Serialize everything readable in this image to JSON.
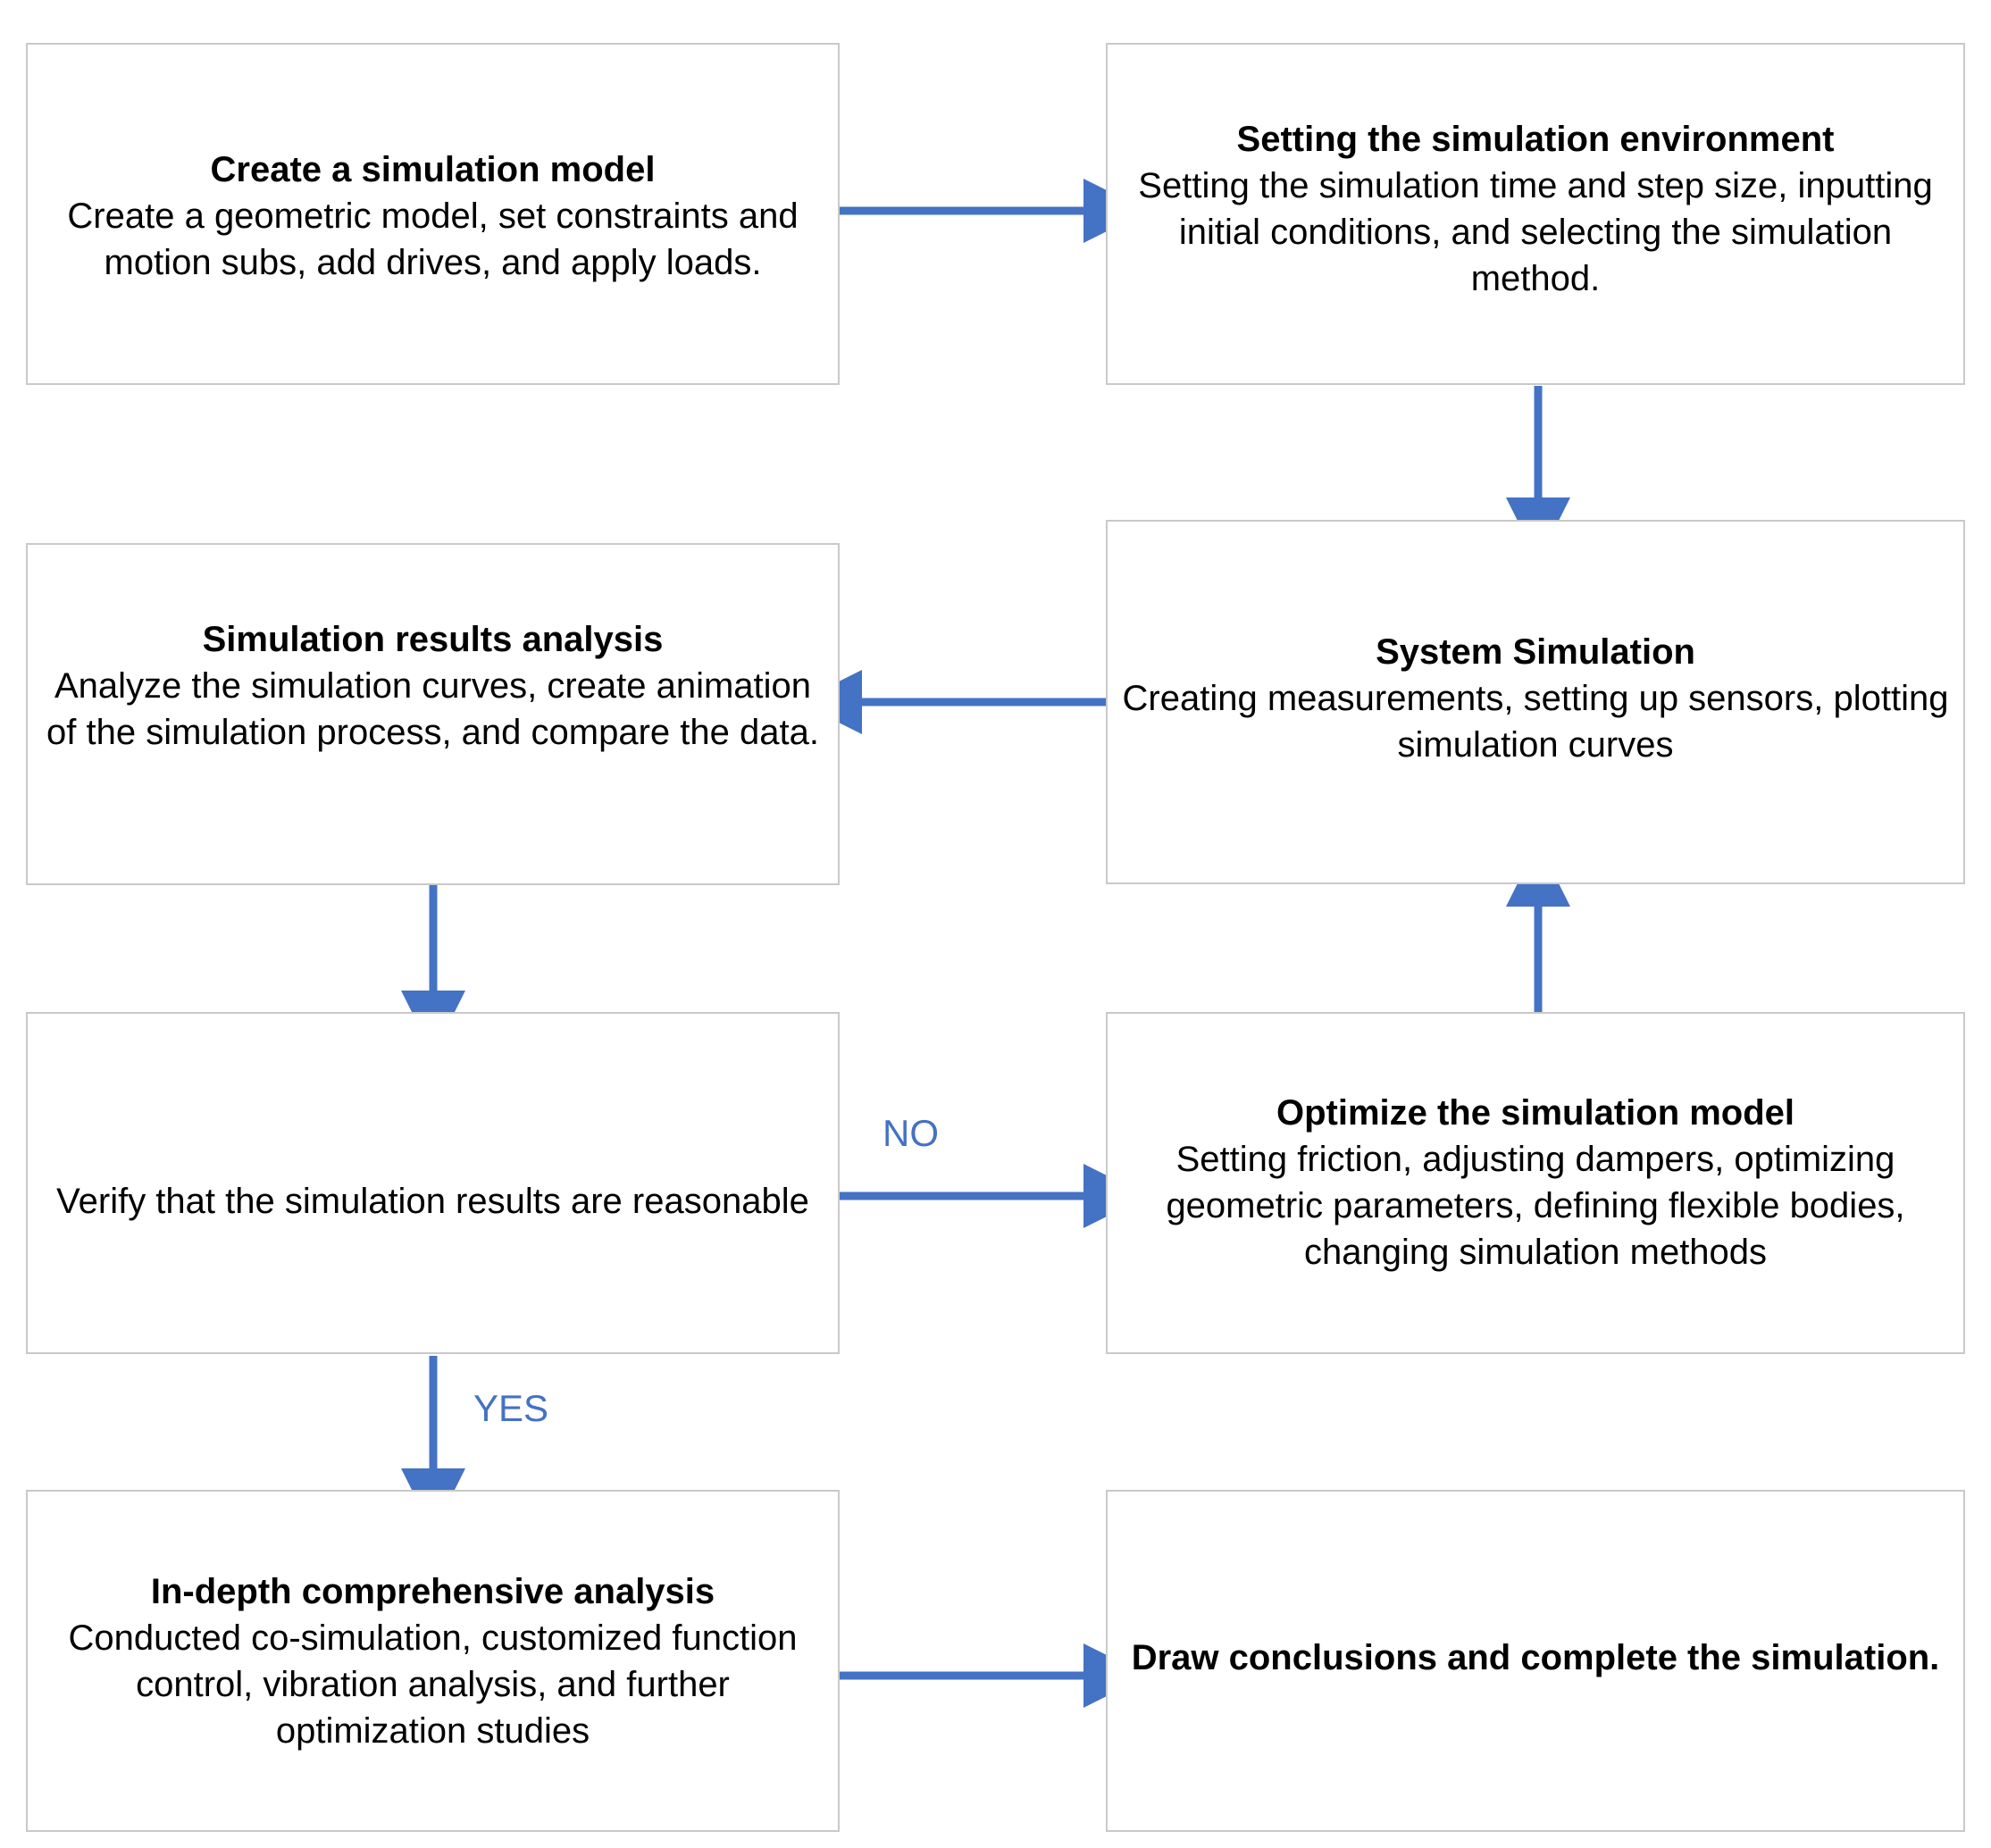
{
  "diagram": {
    "title_semantic": "simulation-workflow-flowchart",
    "accent_color": "#4472c4",
    "box_border_color": "#c9c9c9",
    "text_color": "#000000",
    "background": "#ffffff"
  },
  "nodes": [
    {
      "id": "create-simulation-model",
      "title": "Create a simulation model",
      "body": "Create a geometric model, set constraints and motion subs, add drives, and apply loads."
    },
    {
      "id": "setting-simulation-environment",
      "title": "Setting the simulation environment",
      "body": "Setting the simulation time and step size, inputting initial conditions, and selecting the simulation method."
    },
    {
      "id": "simulation-results-analysis",
      "title": "Simulation results analysis",
      "body": "Analyze the simulation curves, create animation of the simulation process, and compare the data."
    },
    {
      "id": "system-simulation",
      "title": "System Simulation",
      "body": "Creating measurements, setting up sensors, plotting simulation curves"
    },
    {
      "id": "verify-results-reasonable",
      "title": "",
      "body": "Verify that the simulation results are reasonable"
    },
    {
      "id": "optimize-simulation-model",
      "title": "Optimize the simulation model",
      "body": "Setting friction, adjusting dampers, optimizing geometric parameters, defining flexible bodies, changing simulation methods"
    },
    {
      "id": "in-depth-comprehensive-analysis",
      "title": "In-depth comprehensive analysis",
      "body": "Conducted co-simulation, customized function control, vibration analysis, and further optimization studies"
    },
    {
      "id": "draw-conclusions",
      "title": "Draw conclusions and complete the simulation.",
      "body": ""
    }
  ],
  "edge_labels": {
    "no": "NO",
    "yes": "YES"
  },
  "chart_data": {
    "type": "diagram",
    "title": "Simulation workflow flowchart",
    "nodes": [
      "Create a simulation model",
      "Setting the simulation environment",
      "System Simulation",
      "Simulation results analysis",
      "Verify that the simulation results are reasonable",
      "Optimize the simulation model",
      "In-depth comprehensive analysis",
      "Draw conclusions and complete the simulation."
    ],
    "edges": [
      {
        "from": "Create a simulation model",
        "to": "Setting the simulation environment",
        "label": "",
        "direction": "right"
      },
      {
        "from": "Setting the simulation environment",
        "to": "System Simulation",
        "label": "",
        "direction": "down"
      },
      {
        "from": "System Simulation",
        "to": "Simulation results analysis",
        "label": "",
        "direction": "left"
      },
      {
        "from": "Simulation results analysis",
        "to": "Verify that the simulation results are reasonable",
        "label": "",
        "direction": "down"
      },
      {
        "from": "Verify that the simulation results are reasonable",
        "to": "Optimize the simulation model",
        "label": "NO",
        "direction": "right"
      },
      {
        "from": "Optimize the simulation model",
        "to": "System Simulation",
        "label": "",
        "direction": "up"
      },
      {
        "from": "Verify that the simulation results are reasonable",
        "to": "In-depth comprehensive analysis",
        "label": "YES",
        "direction": "down"
      },
      {
        "from": "In-depth comprehensive analysis",
        "to": "Draw conclusions and complete the simulation.",
        "label": "",
        "direction": "right"
      }
    ]
  }
}
